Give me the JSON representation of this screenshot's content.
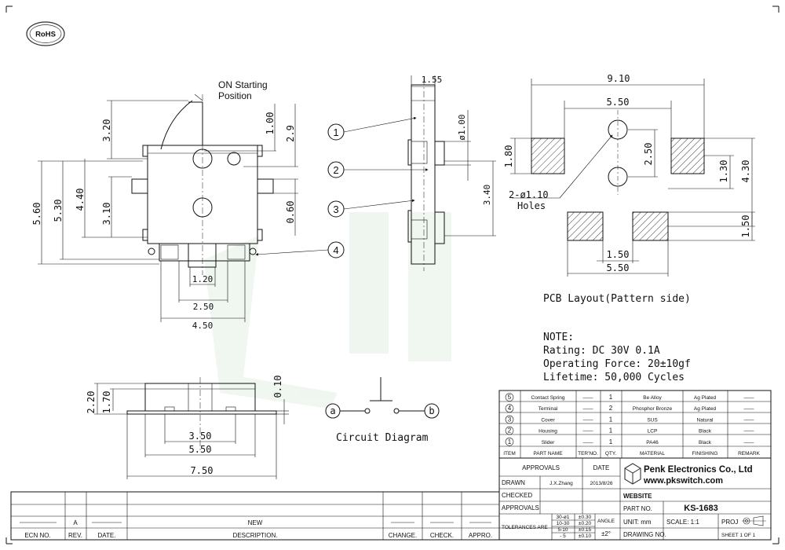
{
  "rohs": "RoHS",
  "main_view": {
    "callout": [
      "ON  Starting",
      "Position"
    ],
    "dims": {
      "d320": "3.20",
      "d100": "1.00",
      "d29": "2.9",
      "d440": "4.40",
      "d310": "3.10",
      "d060": "0.60",
      "d560": "5.60",
      "d530": "5.30",
      "d120": "1.20",
      "d250": "2.50",
      "d450": "4.50"
    }
  },
  "side_view": {
    "dims": {
      "d155": "1.55",
      "dia100": "ø1.00",
      "d340": "3.40"
    },
    "callouts": [
      "1",
      "2",
      "3",
      "4"
    ]
  },
  "pcb_layout": {
    "dims": {
      "d910": "9.10",
      "d550top": "5.50",
      "d180": "1.80",
      "d250": "2.50",
      "d130": "1.30",
      "d430": "4.30",
      "d150r": "1.50",
      "d150b": "1.50",
      "d550b": "5.50"
    },
    "holes": [
      "2-ø1.10",
      "Holes"
    ],
    "title": "PCB Layout(Pattern side)"
  },
  "notes": {
    "title": "NOTE:",
    "lines": [
      "Rating: DC 30V 0.1A",
      "Operating Force: 20±10gf",
      "Lifetime:   50,000 Cycles"
    ]
  },
  "bottom_view": {
    "dims": {
      "d220": "2.20",
      "d170": "1.70",
      "d010": "0.10",
      "d350": "3.50",
      "d550": "5.50",
      "d750": "7.50"
    }
  },
  "circuit": {
    "a": "a",
    "b": "b",
    "title": "Circuit Diagram"
  },
  "bom": {
    "rows": [
      {
        "no": "5",
        "name": "Contact Spring",
        "ter": "——",
        "qty": "1",
        "mat": "Be Alloy",
        "fin": "Ag Plated",
        "rem": "——"
      },
      {
        "no": "4",
        "name": "Terminal",
        "ter": "——",
        "qty": "2",
        "mat": "Phosphor Bronze",
        "fin": "Ag Plated",
        "rem": "——"
      },
      {
        "no": "3",
        "name": "Cover",
        "ter": "——",
        "qty": "1",
        "mat": "SUS",
        "fin": "Natural",
        "rem": "——"
      },
      {
        "no": "2",
        "name": "Housing",
        "ter": "——",
        "qty": "1",
        "mat": "LCP",
        "fin": "Black",
        "rem": "——"
      },
      {
        "no": "1",
        "name": "Slider",
        "ter": "——",
        "qty": "1",
        "mat": "PA46",
        "fin": "Black",
        "rem": "——"
      }
    ],
    "header": [
      "ITEM",
      "PART NAME",
      "TER'NO.",
      "QTY.",
      "MATERIAL",
      "FINISHING",
      "REMARK"
    ]
  },
  "title_block": {
    "approvals": "APPROVALS",
    "date": "DATE",
    "drawn": "DRAWN",
    "drawn_by": "J.X.Zhang",
    "drawn_date": "2013/8/26",
    "checked": "CHECKED",
    "approvals2": "APPROVALS",
    "company": "Penk Electronics Co., Ltd",
    "url": "www.pkswitch.com",
    "website": "WEBSITE",
    "part_no_label": "PART NO.",
    "part_no": "KS-1683",
    "tol_label": "TOLERANCES ARE",
    "tol_rows": [
      [
        "30-ø1",
        "±0.30"
      ],
      [
        "10-30",
        "±0.20"
      ],
      [
        "5-10",
        "±0.15"
      ],
      [
        "- 5",
        "±0.10"
      ]
    ],
    "angle": "ANGLE",
    "angle_val": "±2°",
    "unit": "UNIT: mm",
    "scale": "SCALE:  1:1",
    "proj": "PROJ",
    "drawing_no": "DRAWING NO.",
    "sheet": "SHEET  1 OF 1"
  },
  "revision": {
    "new": "NEW",
    "rev": "A",
    "headers": [
      "ECN NO.",
      "REV.",
      "DATE.",
      "DESCRIPTION.",
      "CHANGE.",
      "CHECK.",
      "APPRO."
    ]
  }
}
